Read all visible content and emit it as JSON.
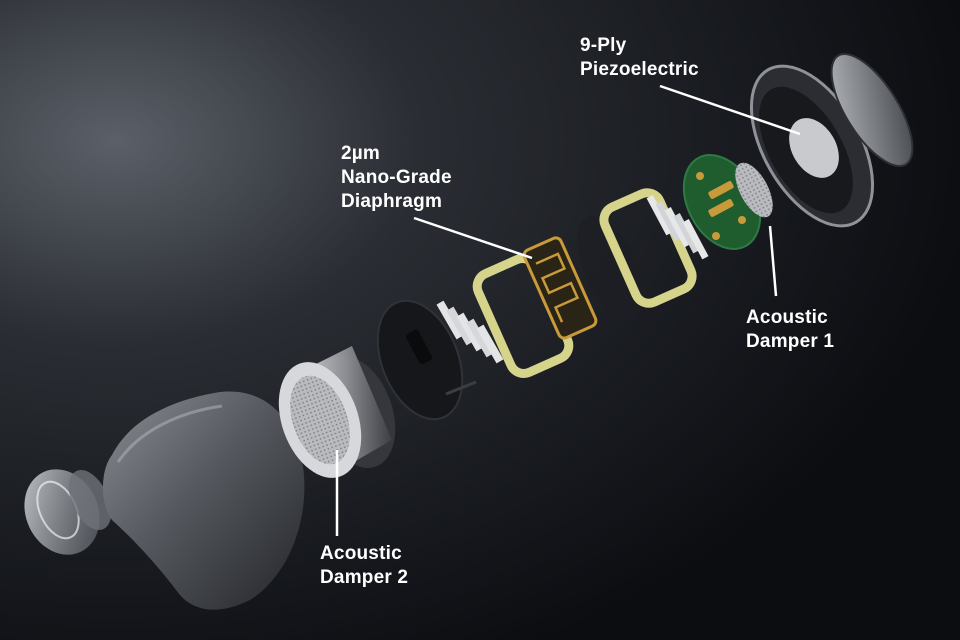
{
  "labels": {
    "piezo": {
      "line1": "9-Ply",
      "line2": "Piezoelectric"
    },
    "diaphragm": {
      "line1": "2µm",
      "line2": "Nano-Grade",
      "line3": "Diaphragm"
    },
    "damper1": {
      "line1": "Acoustic",
      "line2": "Damper 1"
    },
    "damper2": {
      "line1": "Acoustic",
      "line2": "Damper 2"
    }
  },
  "colors": {
    "background": "#0d0f13",
    "shell": "#4a4d54",
    "pcb": "#1f5d2f",
    "gold": "#c89a3a",
    "frame": "#d6d48a",
    "leader": "#ffffff"
  }
}
